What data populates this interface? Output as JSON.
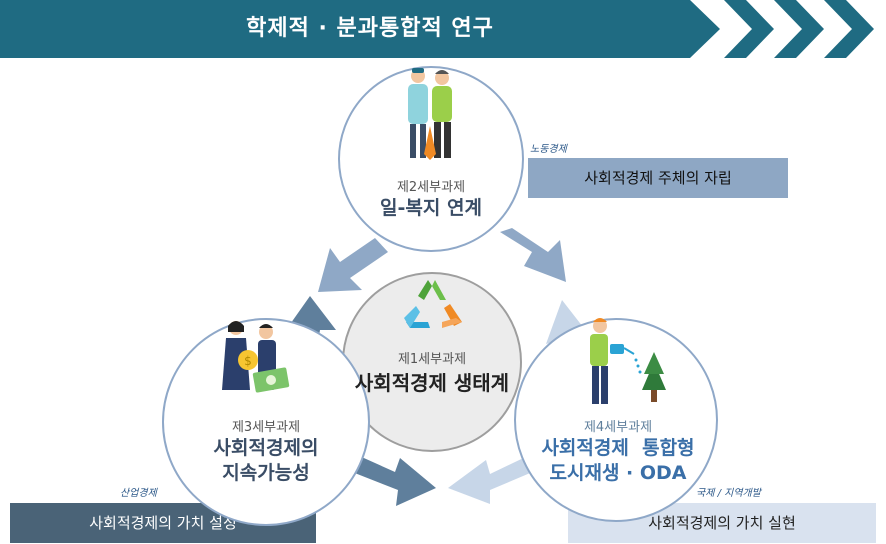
{
  "banner": {
    "title": "학제적 · 분과통합적 연구"
  },
  "center": {
    "caption": "제1세부과제",
    "title": "사회적경제 생태계"
  },
  "top": {
    "caption": "제2세부과제",
    "title": "일-복지 연계",
    "note": "노동경제"
  },
  "left": {
    "caption": "제3세부과제",
    "title_line1": "사회적경제의",
    "title_line2": "지속가능성",
    "note": "산업경제"
  },
  "right": {
    "caption": "제4세부과제",
    "title_line1": "사회적경제  통합형",
    "title_line2": "도시재생 · ODA",
    "note": "국제 / 지역개발"
  },
  "bars": {
    "top_right": "사회적경제 주체의 자립",
    "bottom_left": "사회적경제의 가치 설정",
    "bottom_right": "사회적경제의 가치 실현"
  },
  "colors": {
    "banner": "#1f6b82",
    "bar_top": "#8ea7c4",
    "bar_left": "#4a6377",
    "bar_right": "#d9e2ef",
    "arrow_dark": "#5f7f9c",
    "arrow_mid": "#8fa8c6",
    "arrow_light": "#c7d6e8",
    "recycle_green": "#6cbf4a",
    "recycle_blue": "#2aa3d4",
    "recycle_orange": "#f08a24"
  },
  "icons": [
    "people-icon",
    "money-icon",
    "gardener-icon",
    "recycle-icon"
  ]
}
